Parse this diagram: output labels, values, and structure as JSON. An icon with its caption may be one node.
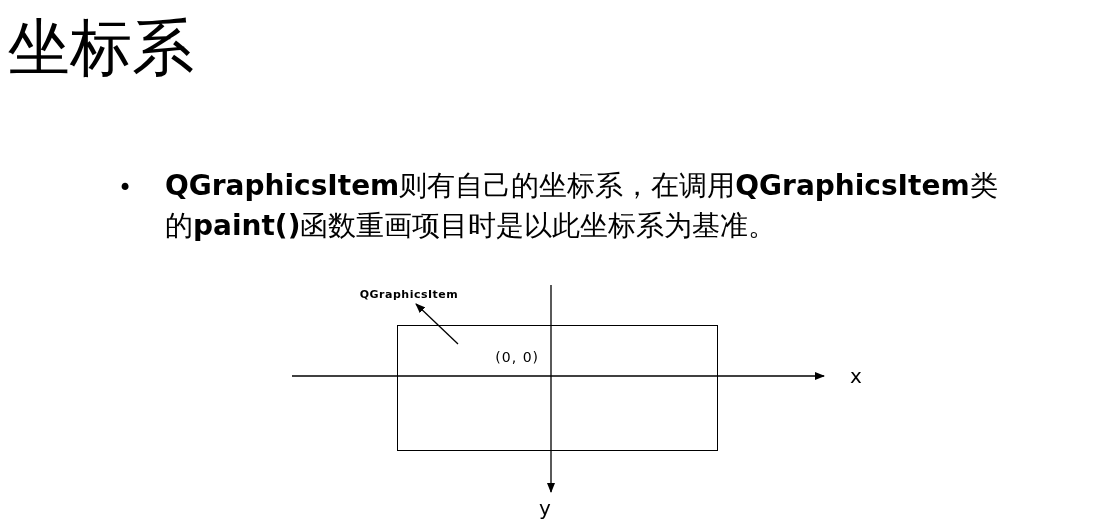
{
  "diagram": {
    "title": "坐标系",
    "nodes": [
      {
        "text": [
          "QGraphicsItem"
        ]
      },
      {
        "text": [],
        "shape": "box"
      },
      {
        "text": [
          "(0, 0)"
        ],
        "in": 1
      }
    ],
    "edges": [
      {
        "from": 2,
        "to": 0,
        "arrow": "to"
      }
    ],
    "labels": [
      "•",
      "**QGraphicsItem**则有自己的坐标系，在调用**QGraphicsItem**类的**paint()**函数重画项目时是以此坐标系为基准。",
      "x",
      "y"
    ]
  }
}
